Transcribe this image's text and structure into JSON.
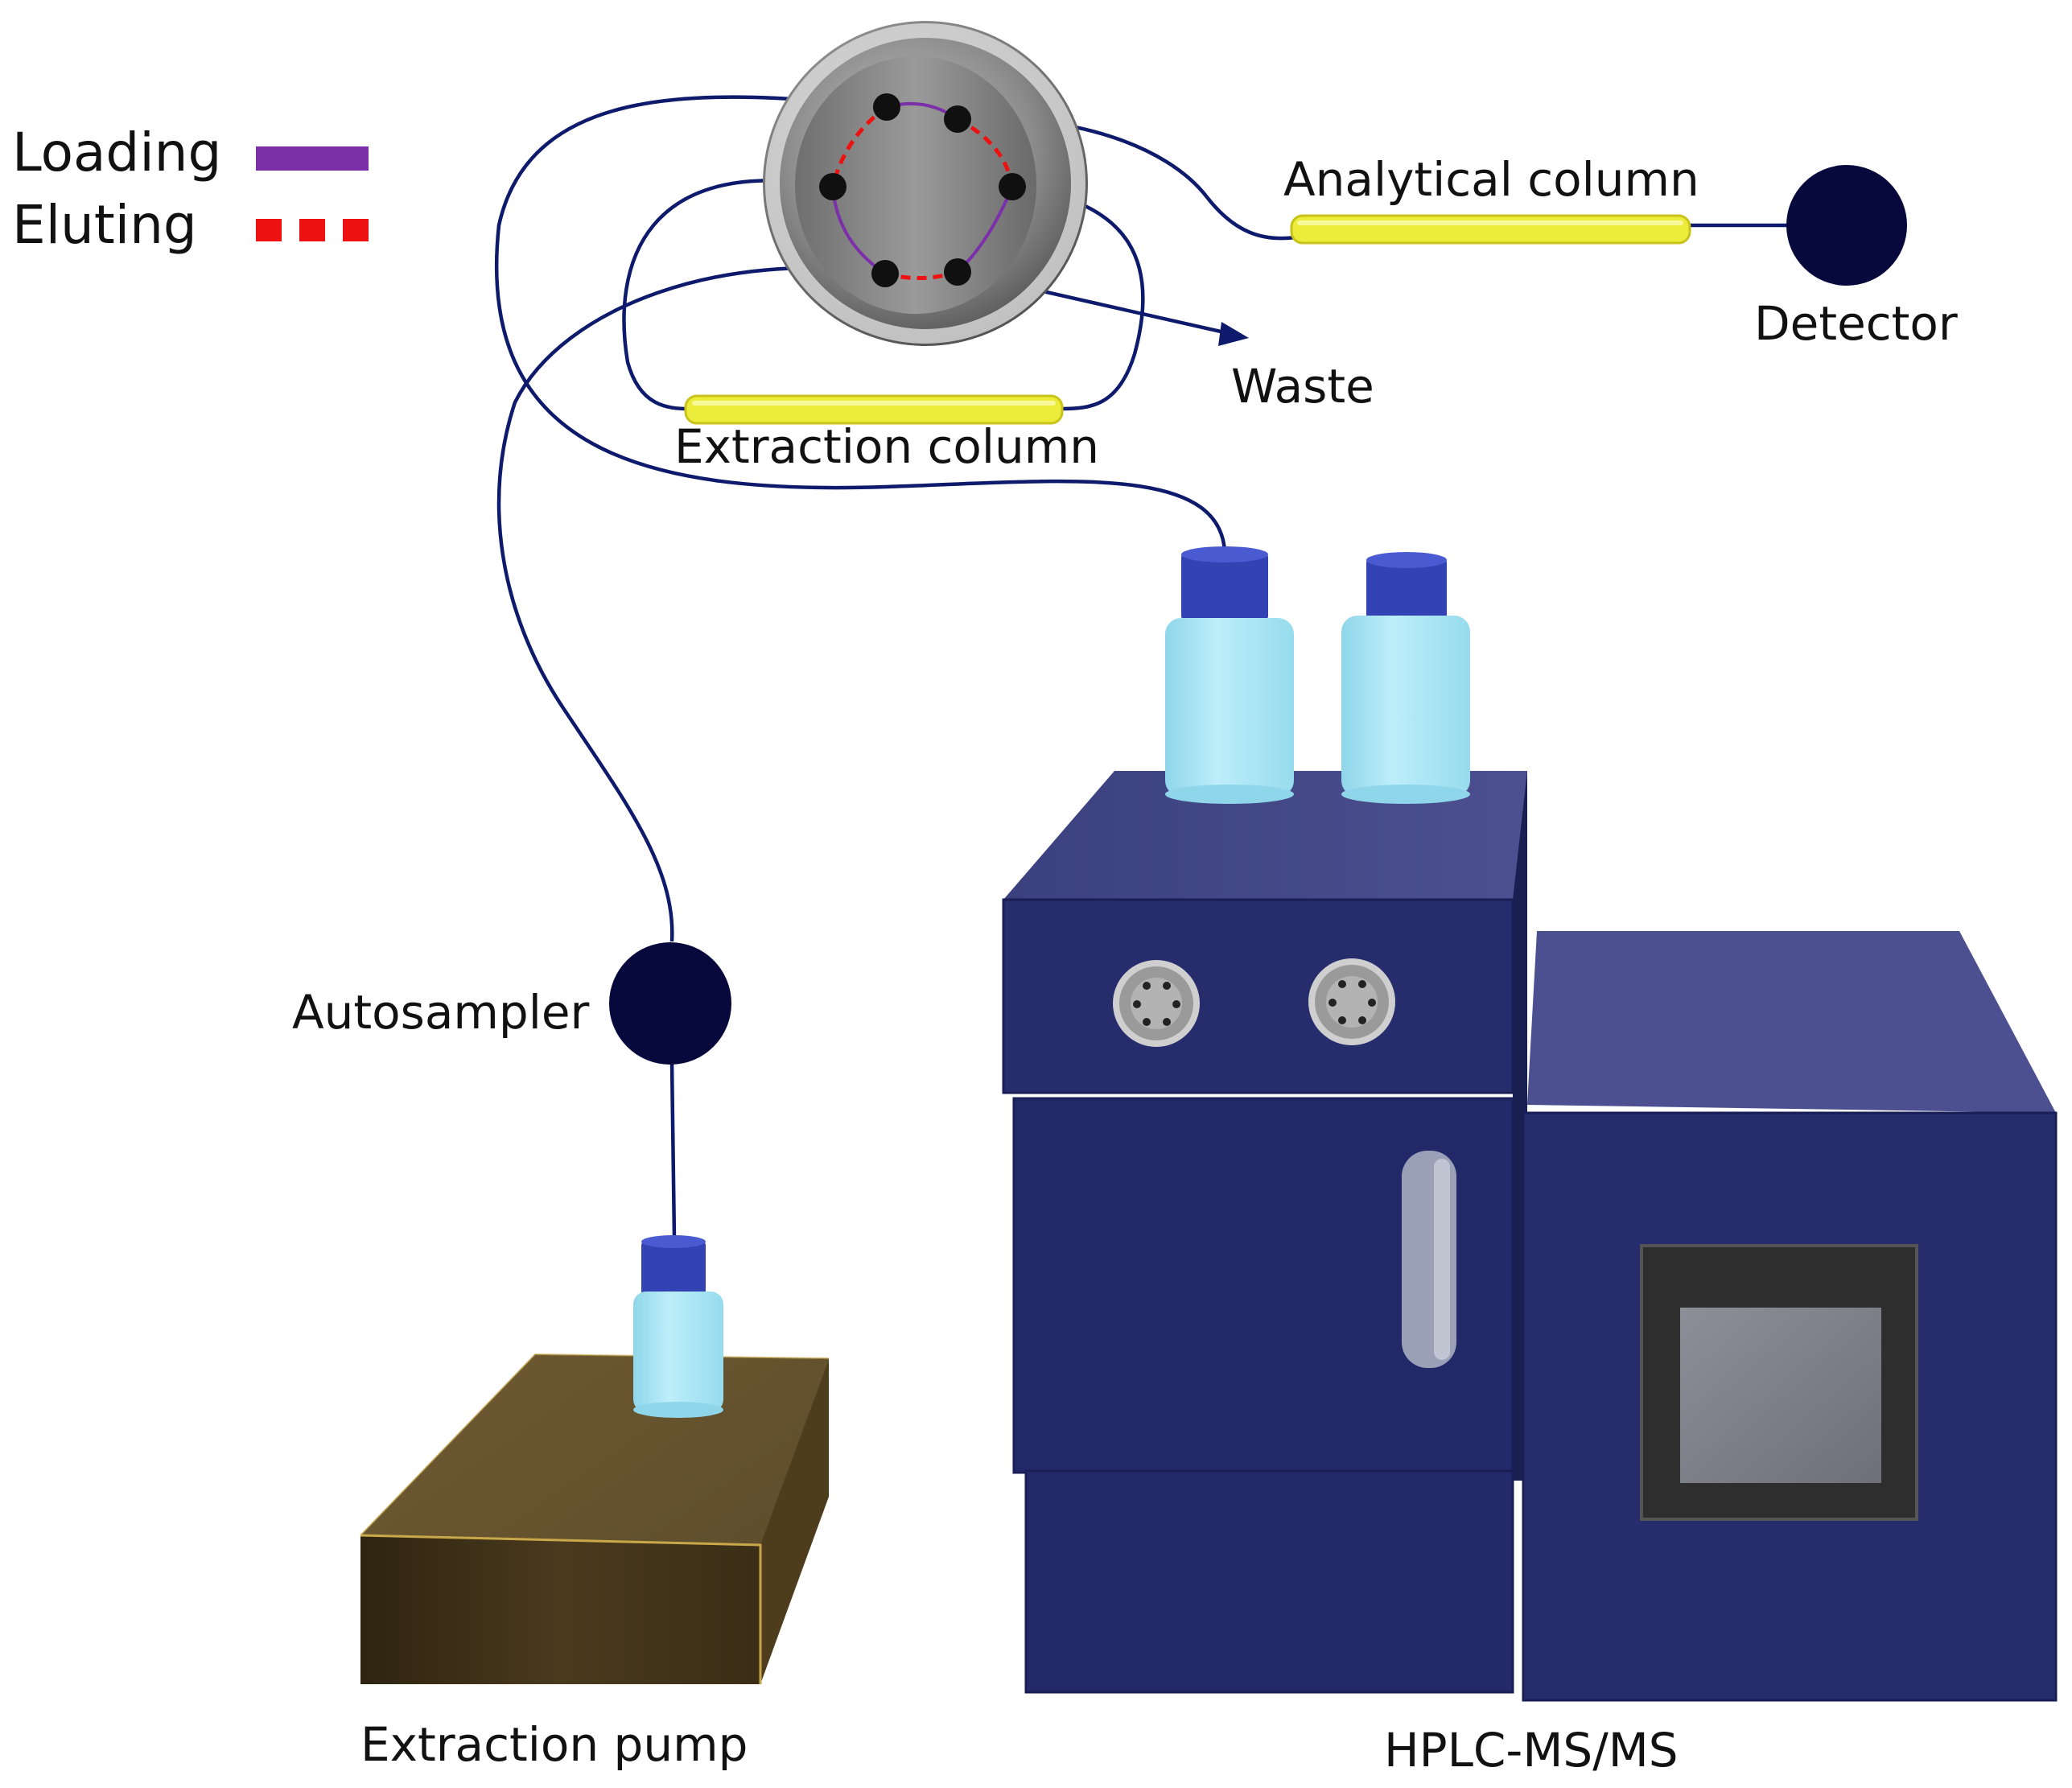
{
  "legend": {
    "loading_label": "Loading",
    "eluting_label": "Eluting",
    "loading_color": "#7b2fa8",
    "eluting_color": "#ee1111"
  },
  "labels": {
    "analytical_column": "Analytical column",
    "detector": "Detector",
    "waste": "Waste",
    "extraction_column": "Extraction column",
    "autosampler": "Autosampler",
    "extraction_pump": "Extraction pump",
    "hplc": "HPLC-MS/MS"
  },
  "colors": {
    "tubing": "#0e1a6b",
    "node": "#07093d",
    "column": "#ecec3a",
    "instrument": "#272e72",
    "pump_box": "#6a5630",
    "bottle": "#a8e4f2",
    "cap": "#3443b4"
  }
}
